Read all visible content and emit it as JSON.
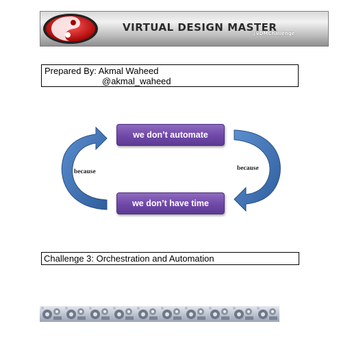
{
  "banner": {
    "title": "VIRTUAL DESIGN MASTER",
    "subtitle": "@vDMChallenge",
    "logo_icon": "yin-yang-logo-icon"
  },
  "prepared": {
    "line1": "Prepared By: Akmal Waheed",
    "line2": "@akmal_waheed"
  },
  "diagram": {
    "top_box": "we don’t automate",
    "bottom_box": "we don’t have time",
    "left_label": "because",
    "right_label": "because",
    "box_color": "#7048a8",
    "arrow_color": "#3f6fb0"
  },
  "challenge": {
    "text": "Challenge 3: Orchestration and Automation"
  },
  "footer": {
    "strip_icon": "gear-strip-icon"
  }
}
